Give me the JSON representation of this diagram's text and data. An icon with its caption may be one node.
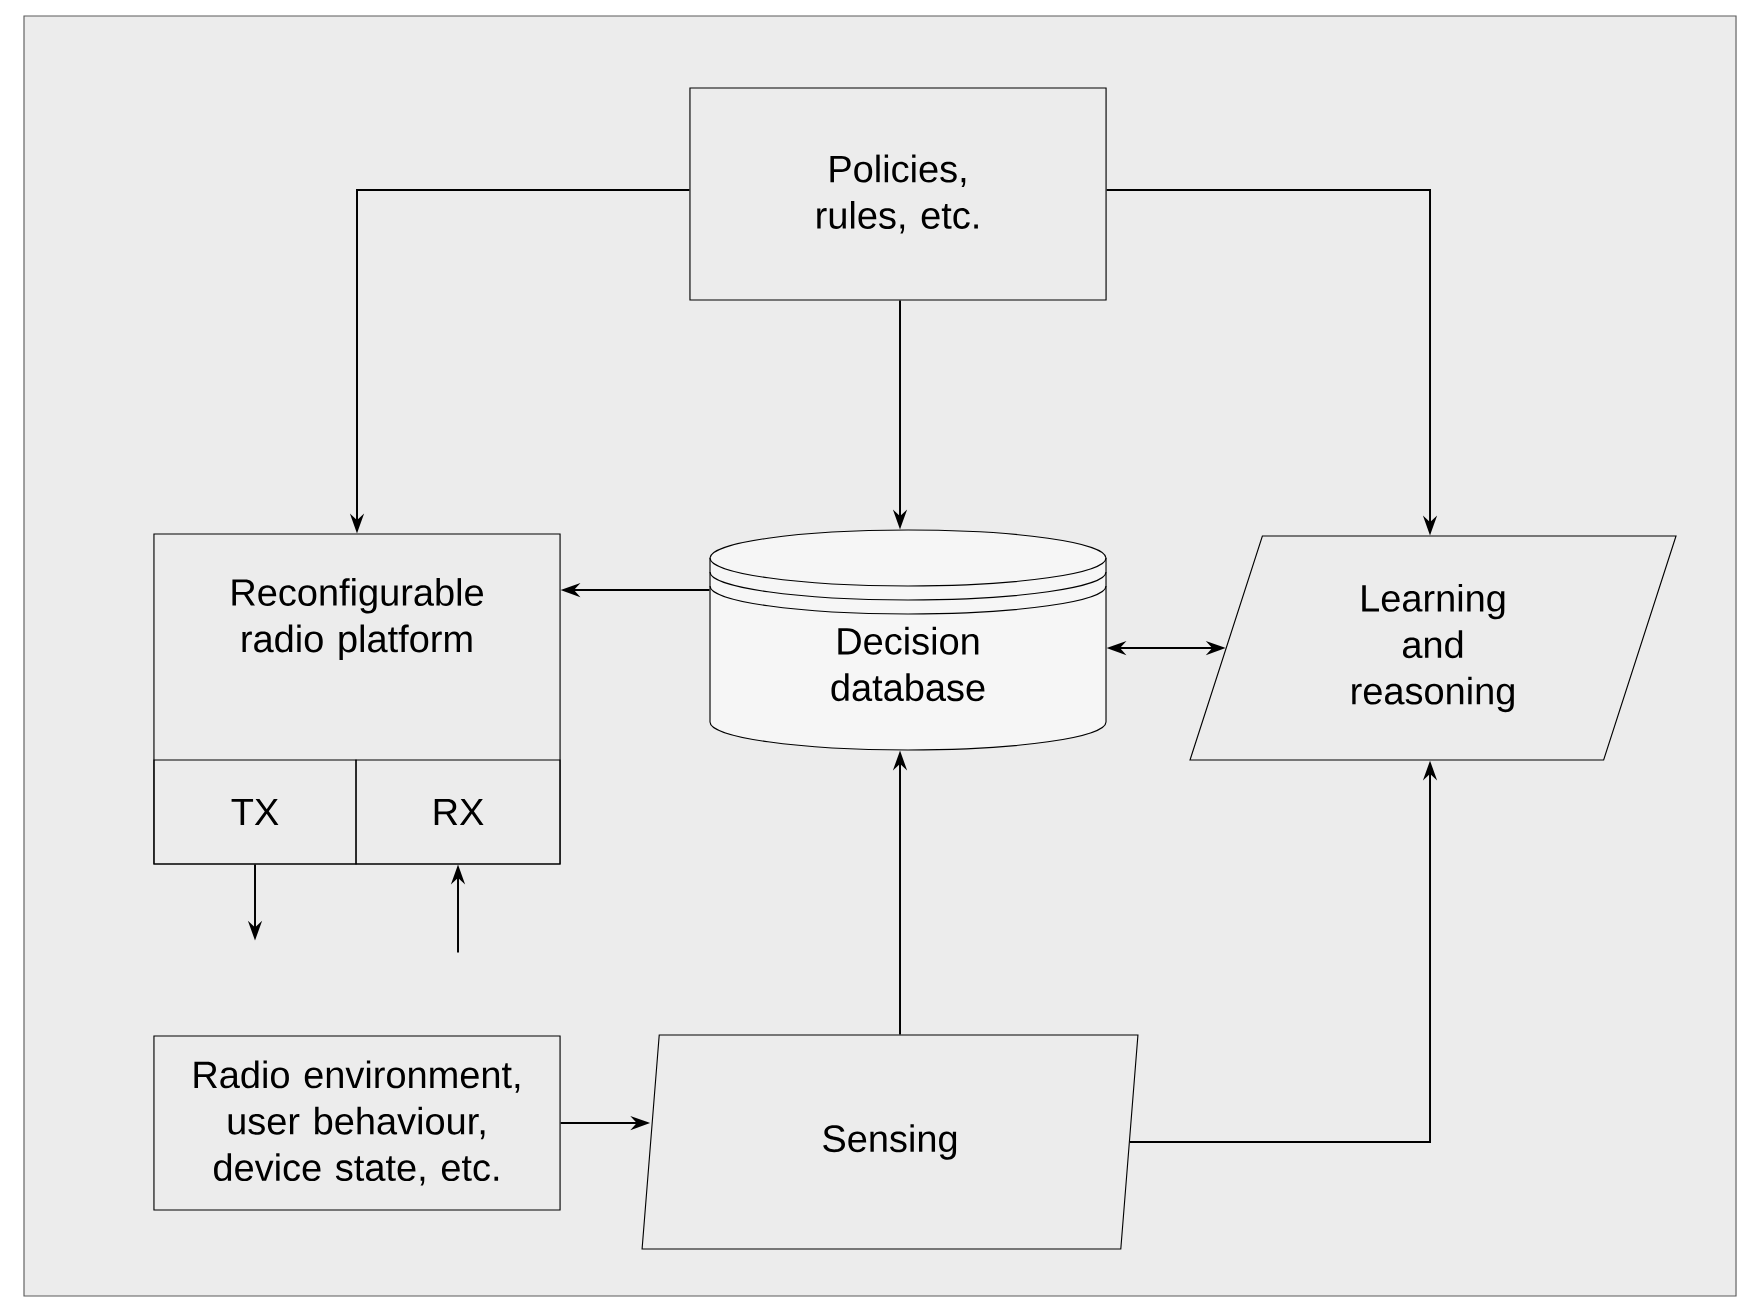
{
  "diagram": {
    "nodes": [
      {
        "text": [
          "Policies, rules, etc."
        ]
      },
      {
        "text": [
          "Reconfigurable radio platform"
        ]
      },
      {
        "text": [
          "TX"
        ],
        "in": 1
      },
      {
        "text": [
          "RX"
        ],
        "in": 1
      },
      {
        "text": [
          "Decision database"
        ]
      },
      {
        "text": [
          "Learning and reasoning"
        ]
      },
      {
        "text": [
          "Radio environment, user behaviour, device state, etc."
        ]
      },
      {
        "text": [
          "Sensing"
        ]
      }
    ],
    "edges": [
      {
        "from": 0,
        "to": 1,
        "arrow": "to"
      },
      {
        "from": 0,
        "to": 4,
        "arrow": "to"
      },
      {
        "from": 0,
        "to": 5,
        "arrow": "to"
      },
      {
        "from": 4,
        "to": 1,
        "arrow": "to"
      },
      {
        "from": 4,
        "to": 5,
        "arrow": "both"
      },
      {
        "from": 7,
        "to": 4,
        "arrow": "to"
      },
      {
        "from": 7,
        "to": 5,
        "arrow": "to"
      },
      {
        "from": 6,
        "to": 7,
        "arrow": "to"
      },
      {
        "from": 2,
        "to": null,
        "arrow": "to"
      },
      {
        "from": null,
        "to": 3,
        "arrow": "to"
      }
    ]
  }
}
